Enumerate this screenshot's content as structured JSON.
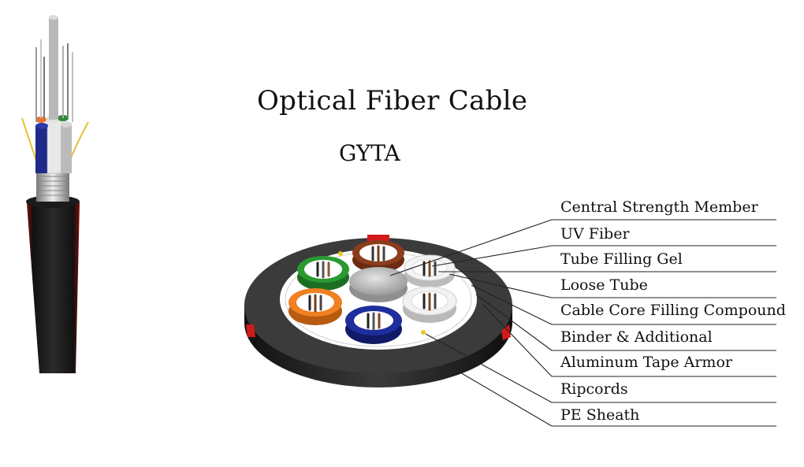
{
  "title": "Optical  Fiber Cable",
  "subtitle": "GYTA",
  "labels": [
    "Central Strength Member",
    "UV Fiber",
    "Tube Filling Gel",
    "Loose Tube",
    "Cable Core Filling Compound",
    "Binder & Additional",
    "Aluminum Tape Armor",
    "Ripcords",
    "PE Sheath"
  ],
  "colors": {
    "sheath": "#3a3a3a",
    "ripcord": "#d11a1a",
    "tube_green": "#1f8a2a",
    "tube_brown": "#8a3b1c",
    "tube_orange": "#f07a1a",
    "tube_blue": "#1a2a8c",
    "tube_white": "#eeeeee",
    "central_member": "#bdbdbd"
  }
}
